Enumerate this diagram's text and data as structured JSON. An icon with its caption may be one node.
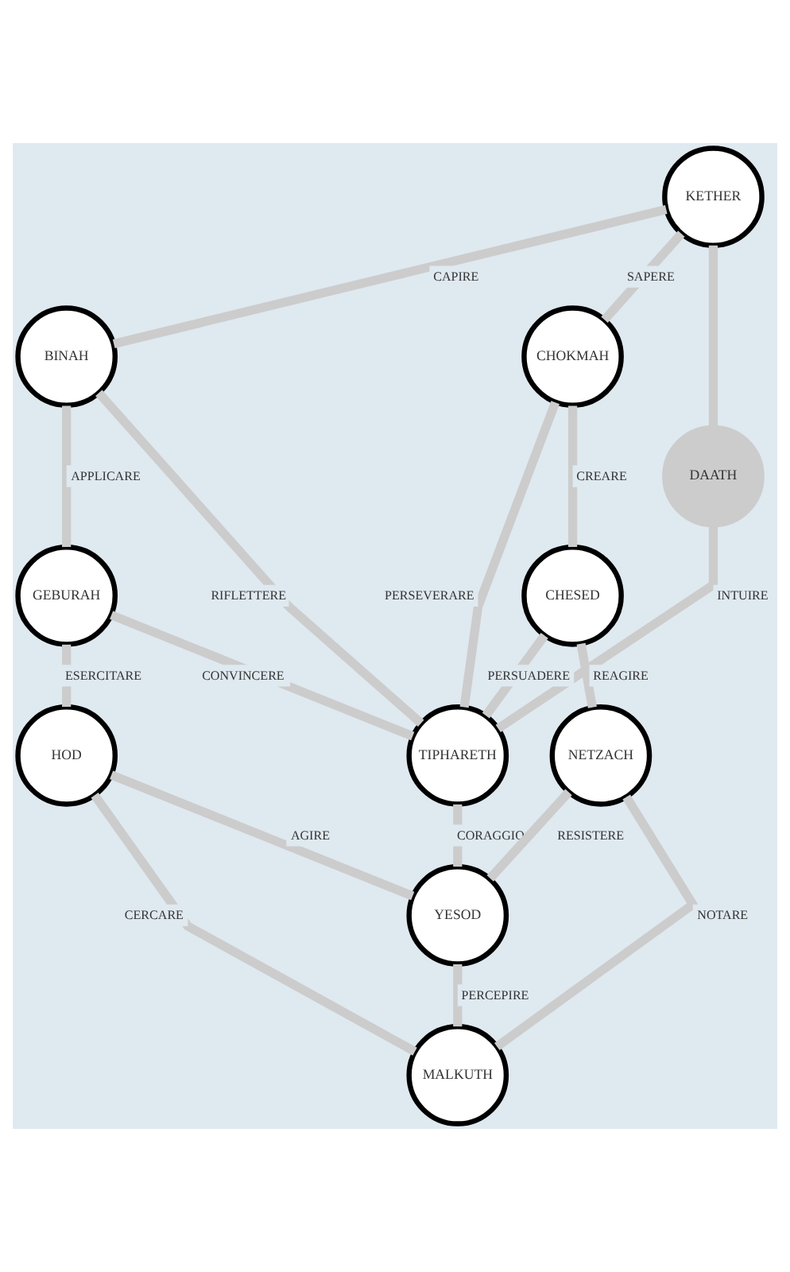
{
  "diagram": {
    "nodes": [
      {
        "text": [
          "KETHER"
        ]
      },
      {
        "text": [
          "BINAH"
        ]
      },
      {
        "text": [
          "CHOKMAH"
        ]
      },
      {
        "text": [
          "DAATH"
        ]
      },
      {
        "text": [
          "GEBURAH"
        ]
      },
      {
        "text": [
          "CHESED"
        ]
      },
      {
        "text": [
          "TIPHARETH"
        ]
      },
      {
        "text": [
          "HOD"
        ]
      },
      {
        "text": [
          "NETZACH"
        ]
      },
      {
        "text": [
          "YESOD"
        ]
      },
      {
        "text": [
          "MALKUTH"
        ]
      }
    ],
    "edges": [
      {
        "from": 0,
        "to": 1,
        "arrow": "none",
        "label": "CAPIRE"
      },
      {
        "from": 0,
        "to": 2,
        "arrow": "none",
        "label": "SAPERE"
      },
      {
        "from": 0,
        "to": 3,
        "arrow": "none"
      },
      {
        "from": 1,
        "to": 4,
        "arrow": "none",
        "label": "APPLICARE"
      },
      {
        "from": 2,
        "to": 5,
        "arrow": "none",
        "label": "CREARE"
      },
      {
        "from": 1,
        "to": 6,
        "arrow": "none",
        "label": "RIFLETTERE"
      },
      {
        "from": 3,
        "to": 6,
        "arrow": "none",
        "label": "INTUIRE"
      },
      {
        "from": 2,
        "to": 6,
        "arrow": "none",
        "label": "PERSEVERARE"
      },
      {
        "from": 4,
        "to": 6,
        "arrow": "none",
        "label": "CONVINCERE"
      },
      {
        "from": 5,
        "to": 6,
        "arrow": "none",
        "label": "PERSUADERE"
      },
      {
        "from": 4,
        "to": 7,
        "arrow": "none",
        "label": "ESERCITARE"
      },
      {
        "from": 5,
        "to": 8,
        "arrow": "none",
        "label": "REAGIRE"
      },
      {
        "from": 6,
        "to": 9,
        "arrow": "none",
        "label": "CORAGGIO"
      },
      {
        "from": 7,
        "to": 9,
        "arrow": "none",
        "label": "AGIRE"
      },
      {
        "from": 8,
        "to": 9,
        "arrow": "none",
        "label": "RESISTERE"
      },
      {
        "from": 7,
        "to": 10,
        "arrow": "none",
        "label": "CERCARE"
      },
      {
        "from": 9,
        "to": 10,
        "arrow": "none",
        "label": "PERCEPIRE"
      },
      {
        "from": 8,
        "to": 10,
        "arrow": "none",
        "label": "NOTARE"
      }
    ]
  }
}
